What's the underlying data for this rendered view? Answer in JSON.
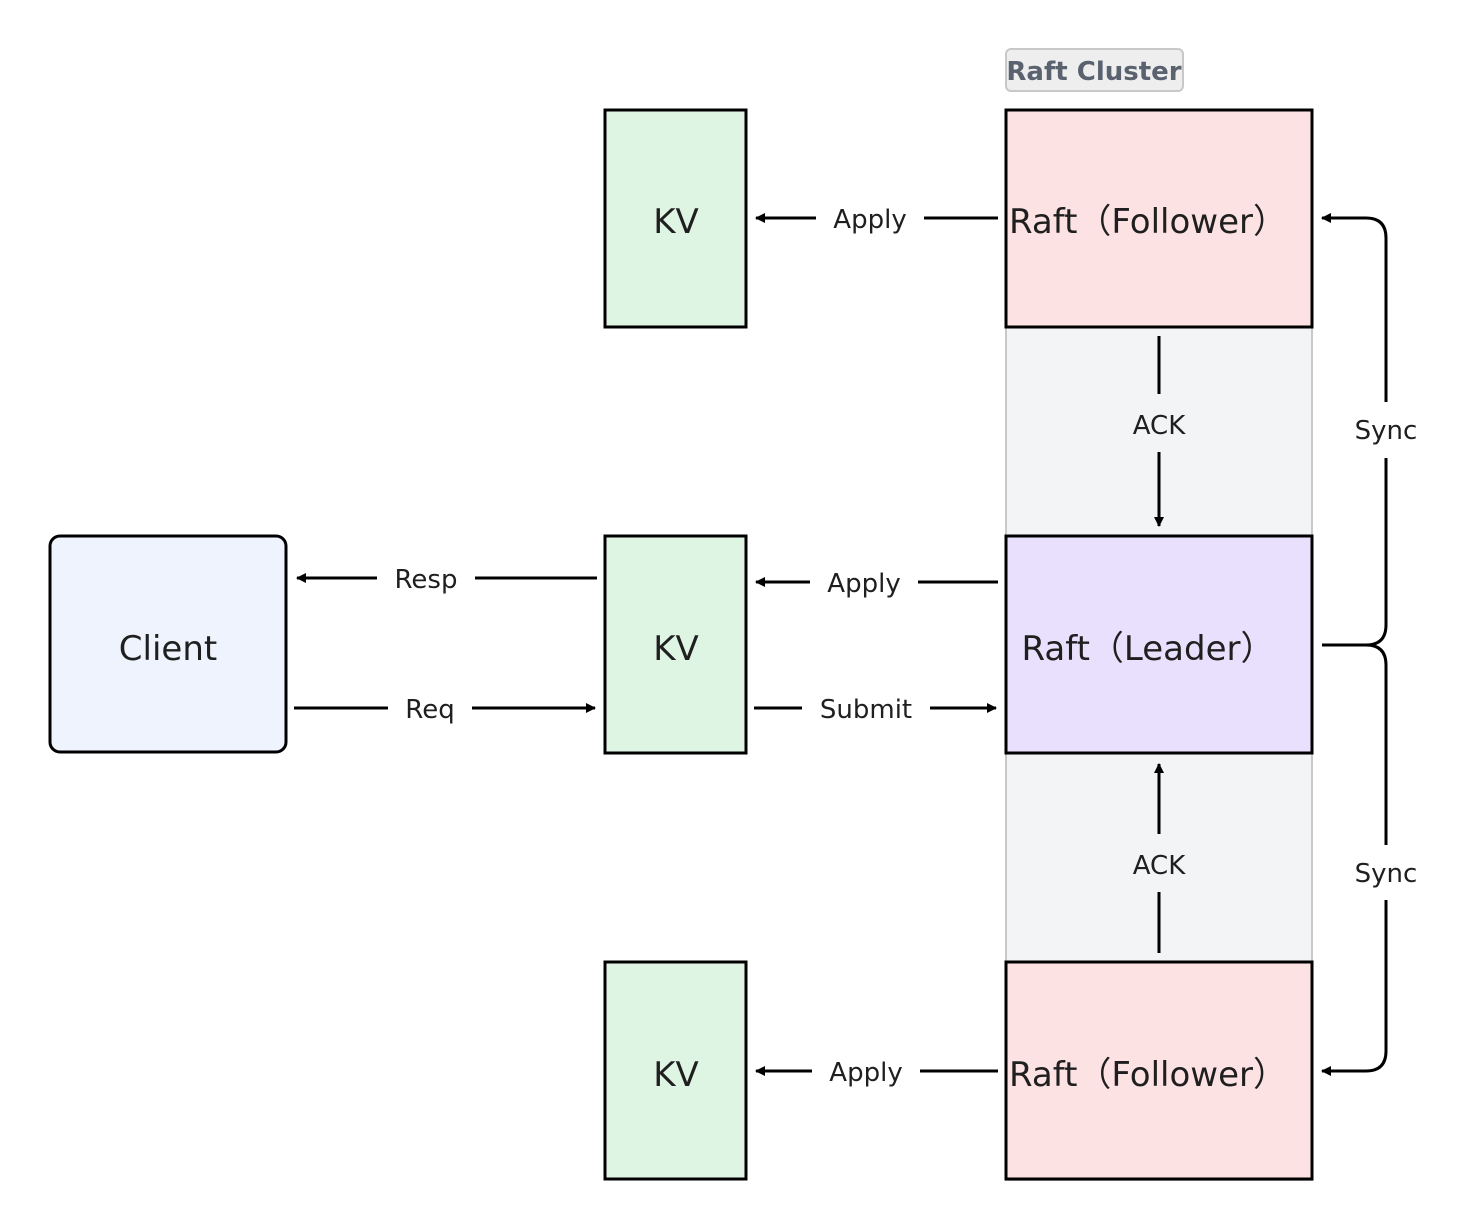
{
  "cluster": {
    "label": "Raft Cluster",
    "fill": "#f3f4f6",
    "border": "#c8c8c8"
  },
  "nodes": {
    "client": {
      "label": "Client",
      "fill": "#eef3fd"
    },
    "kv_top": {
      "label": "KV",
      "fill": "#dff5e4"
    },
    "kv_mid": {
      "label": "KV",
      "fill": "#dff5e4"
    },
    "kv_bottom": {
      "label": "KV",
      "fill": "#dff5e4"
    },
    "follower_top": {
      "label": "Raft（Follower）",
      "fill": "#fde2e4"
    },
    "leader": {
      "label": "Raft（Leader）",
      "fill": "#e8e0fc"
    },
    "follower_bottom": {
      "label": "Raft（Follower）",
      "fill": "#fde2e4"
    }
  },
  "edges": {
    "apply_top": "Apply",
    "apply_mid": "Apply",
    "apply_bottom": "Apply",
    "resp": "Resp",
    "req": "Req",
    "submit": "Submit",
    "ack_top": "ACK",
    "ack_bottom": "ACK",
    "sync_top": "Sync",
    "sync_bottom": "Sync"
  }
}
